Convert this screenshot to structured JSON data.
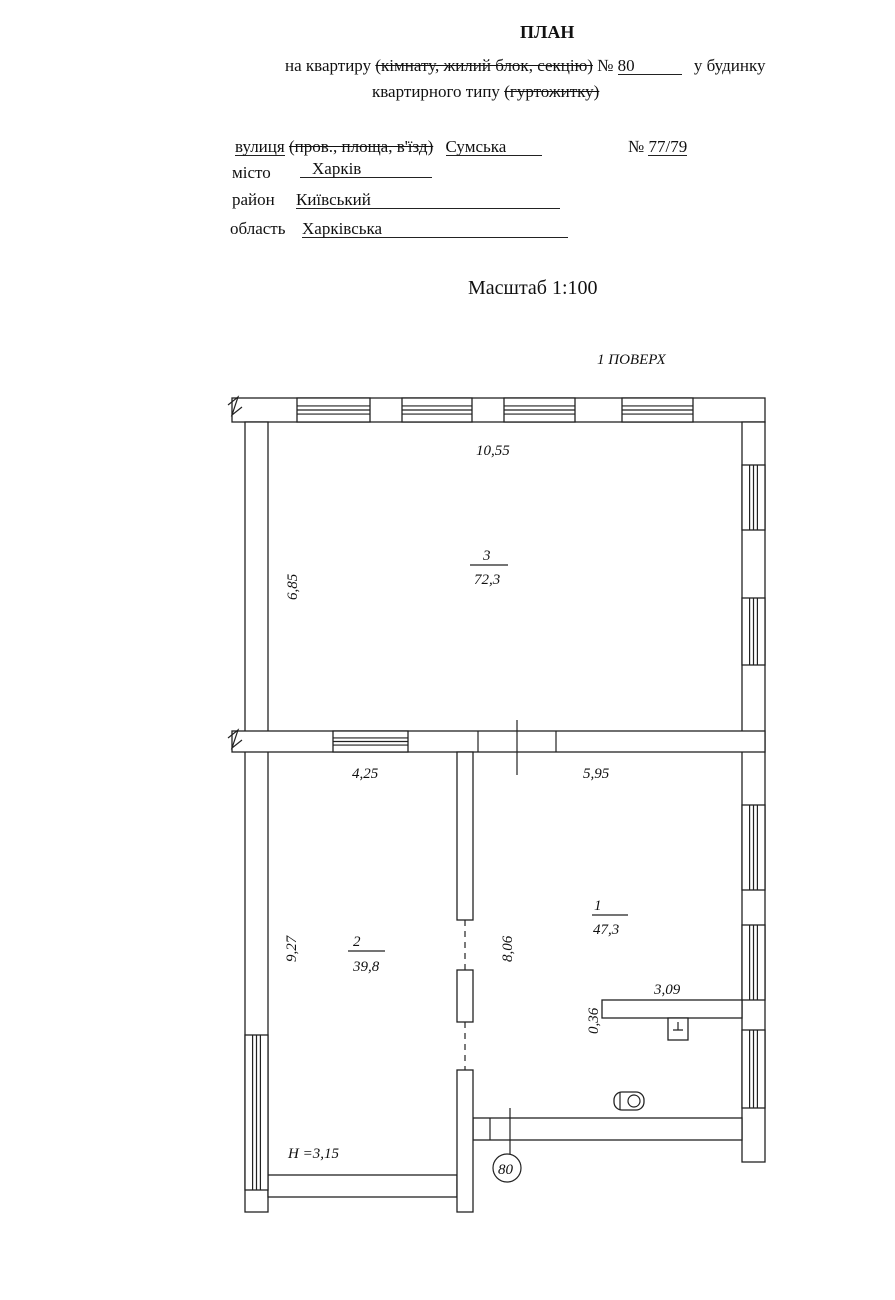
{
  "header": {
    "title": "ПЛАН",
    "line1_prefix": "на квартиру",
    "line1_struck": "(кімнату, жилий блок, секцію)",
    "number_label": "№",
    "apartment_number": "80",
    "line1_suffix": "у будинку",
    "line2": "квартирного типу",
    "line2_struck": "(гуртожитку)"
  },
  "address": {
    "street_label": "вулиця",
    "street_label_struck": "(пров., площа, в'їзд)",
    "street": "Сумська",
    "house_label": "№",
    "house": "77/79",
    "city_label": "місто",
    "city": "Харків",
    "district_label": "район",
    "district": "Київський",
    "region_label": "область",
    "region": "Харківська"
  },
  "scale": "Масштаб 1:100",
  "plan": {
    "floor": "1 ПОВЕРХ",
    "rooms": [
      {
        "number": "3",
        "area": "72,3"
      },
      {
        "number": "2",
        "area": "39,8"
      },
      {
        "number": "1",
        "area": "47,3"
      }
    ],
    "dimensions": {
      "top_width": "10,55",
      "room3_height": "6,85",
      "room2_width": "4,25",
      "room1_width": "5,95",
      "room2_height": "9,27",
      "room1_height": "8,06",
      "partition_length": "3,09",
      "partition_thickness": "0,36",
      "ceiling_height": "H =3,15"
    },
    "apartment_marker": "80"
  }
}
